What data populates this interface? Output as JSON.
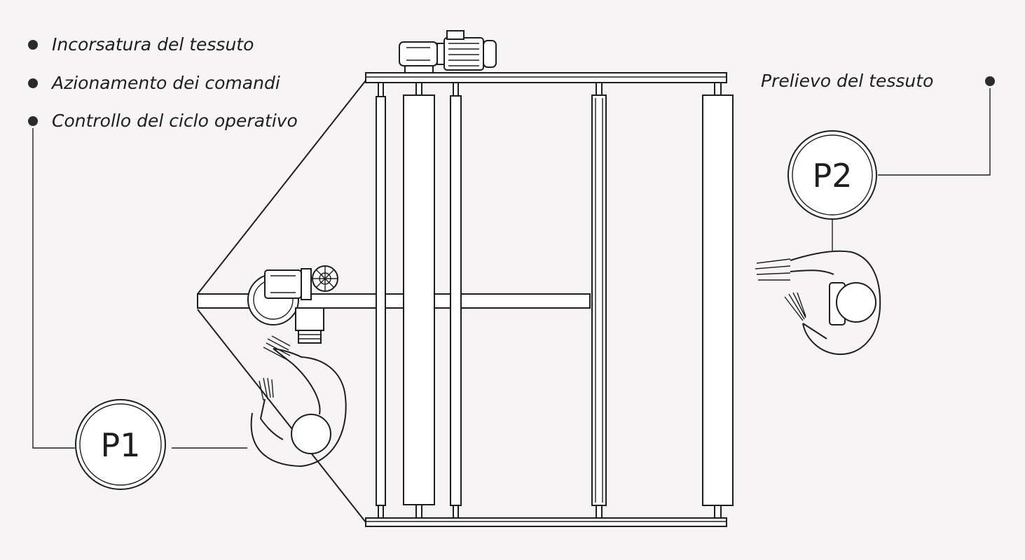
{
  "tasks_p1": [
    {
      "label": "Incorsatura del tessuto"
    },
    {
      "label": "Azionamento dei comandi"
    },
    {
      "label": "Controllo del ciclo operativo"
    }
  ],
  "tasks_p2": [
    {
      "label": "Prelievo del tessuto"
    }
  ],
  "positions": {
    "p1": "P1",
    "p2": "P2"
  },
  "colors": {
    "ink": "#1e1e1e",
    "paper": "#f7f4f5"
  }
}
